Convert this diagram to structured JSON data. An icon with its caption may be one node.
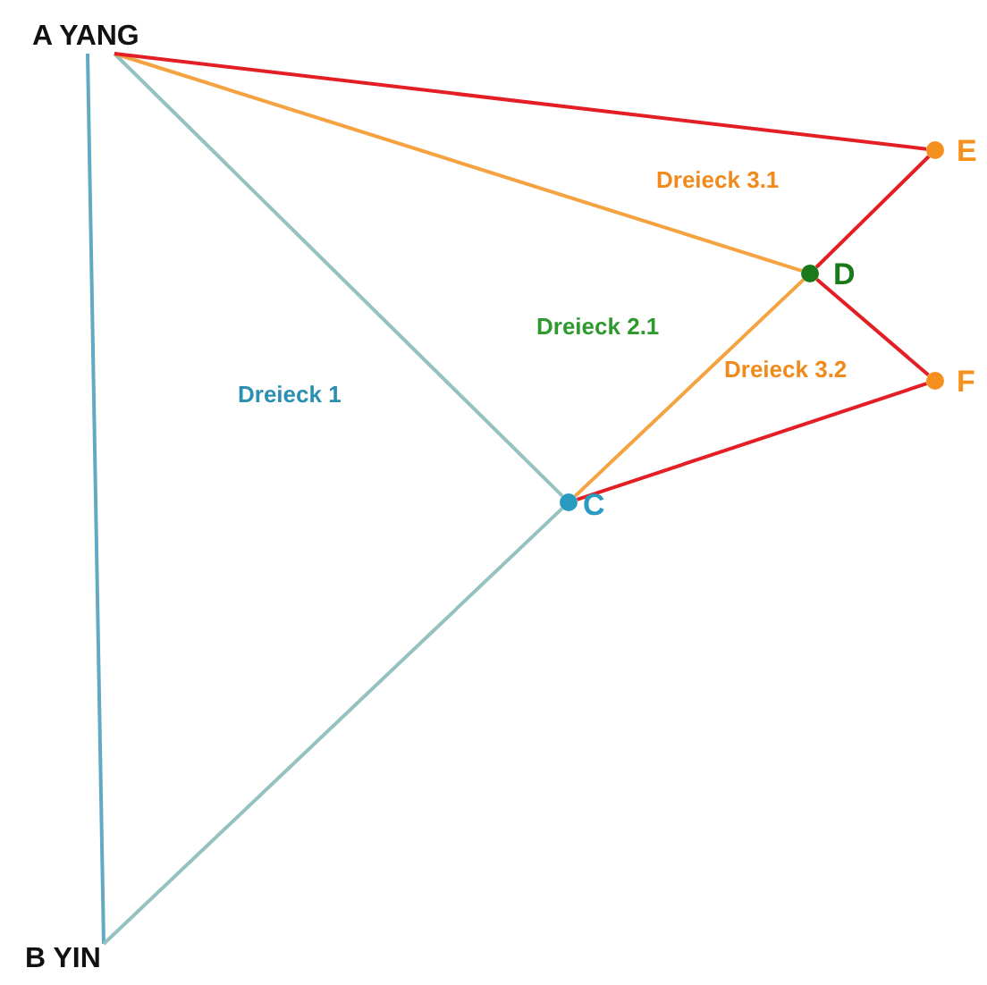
{
  "diagram": {
    "nodes": [
      {
        "text": [
          "A YANG"
        ]
      },
      {
        "text": [
          "B YIN"
        ]
      },
      {
        "text": [],
        "shape": "circle",
        "beside": [
          "C"
        ]
      },
      {
        "text": [],
        "shape": "circle",
        "beside": [
          "D"
        ]
      },
      {
        "text": [],
        "shape": "circle",
        "beside": [
          "E"
        ]
      },
      {
        "text": [],
        "shape": "circle",
        "beside": [
          "F"
        ]
      }
    ],
    "edges": [
      {
        "from": 0,
        "to": 1,
        "arrow": "none",
        "color": "#62a9c4"
      },
      {
        "from": 0,
        "to": 2,
        "arrow": "none",
        "color": "#93c2c0"
      },
      {
        "from": 1,
        "to": 2,
        "arrow": "none",
        "color": "#93c2c0"
      },
      {
        "from": 0,
        "to": 3,
        "arrow": "none",
        "color": "#f4a340"
      },
      {
        "from": 2,
        "to": 3,
        "arrow": "none",
        "color": "#f4a340"
      },
      {
        "from": 0,
        "to": 4,
        "arrow": "none"
      },
      {
        "from": 4,
        "to": 3,
        "arrow": "none"
      },
      {
        "from": 3,
        "to": 5,
        "arrow": "none"
      },
      {
        "from": 5,
        "to": 2,
        "arrow": "none"
      }
    ],
    "labels": [
      "Dreieck 3.1",
      "Dreieck 2.1",
      "Dreieck 1",
      "Dreieck 3.2"
    ]
  }
}
